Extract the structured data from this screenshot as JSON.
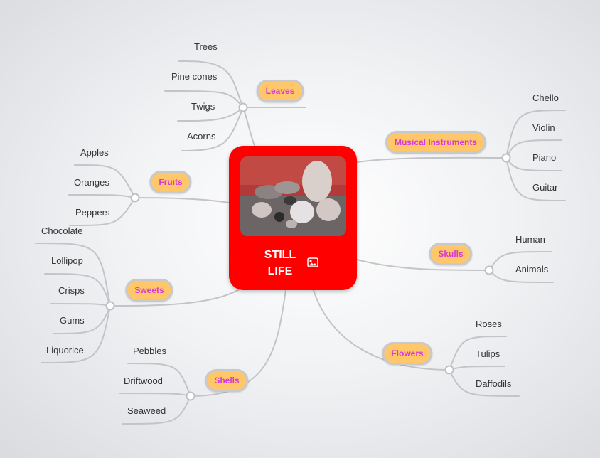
{
  "center": {
    "title": "STILL LIFE",
    "icon": "image-icon",
    "color": "#ff0000"
  },
  "branches": {
    "leaves": {
      "label": "Leaves",
      "items": [
        "Trees",
        "Pine cones",
        "Twigs",
        "Acorns"
      ]
    },
    "musical": {
      "label": "Musical Instruments",
      "items": [
        "Chello",
        "Violin",
        "Piano",
        "Guitar"
      ]
    },
    "fruits": {
      "label": "Fruits",
      "items": [
        "Apples",
        "Oranges",
        "Peppers"
      ]
    },
    "skulls": {
      "label": "Skulls",
      "items": [
        "Human",
        "Animals"
      ]
    },
    "sweets": {
      "label": "Sweets",
      "items": [
        "Chocolate",
        "Lollipop",
        "Crisps",
        "Gums",
        "Liquorice"
      ]
    },
    "flowers": {
      "label": "Flowers",
      "items": [
        "Roses",
        "Tulips",
        "Daffodils"
      ]
    },
    "shells": {
      "label": "Shells",
      "items": [
        "Pebbles",
        "Driftwood",
        "Seaweed"
      ]
    }
  },
  "colors": {
    "pill_fill": "#ffc76a",
    "pill_text": "#d63ad6",
    "connector": "#c3c4c7"
  }
}
